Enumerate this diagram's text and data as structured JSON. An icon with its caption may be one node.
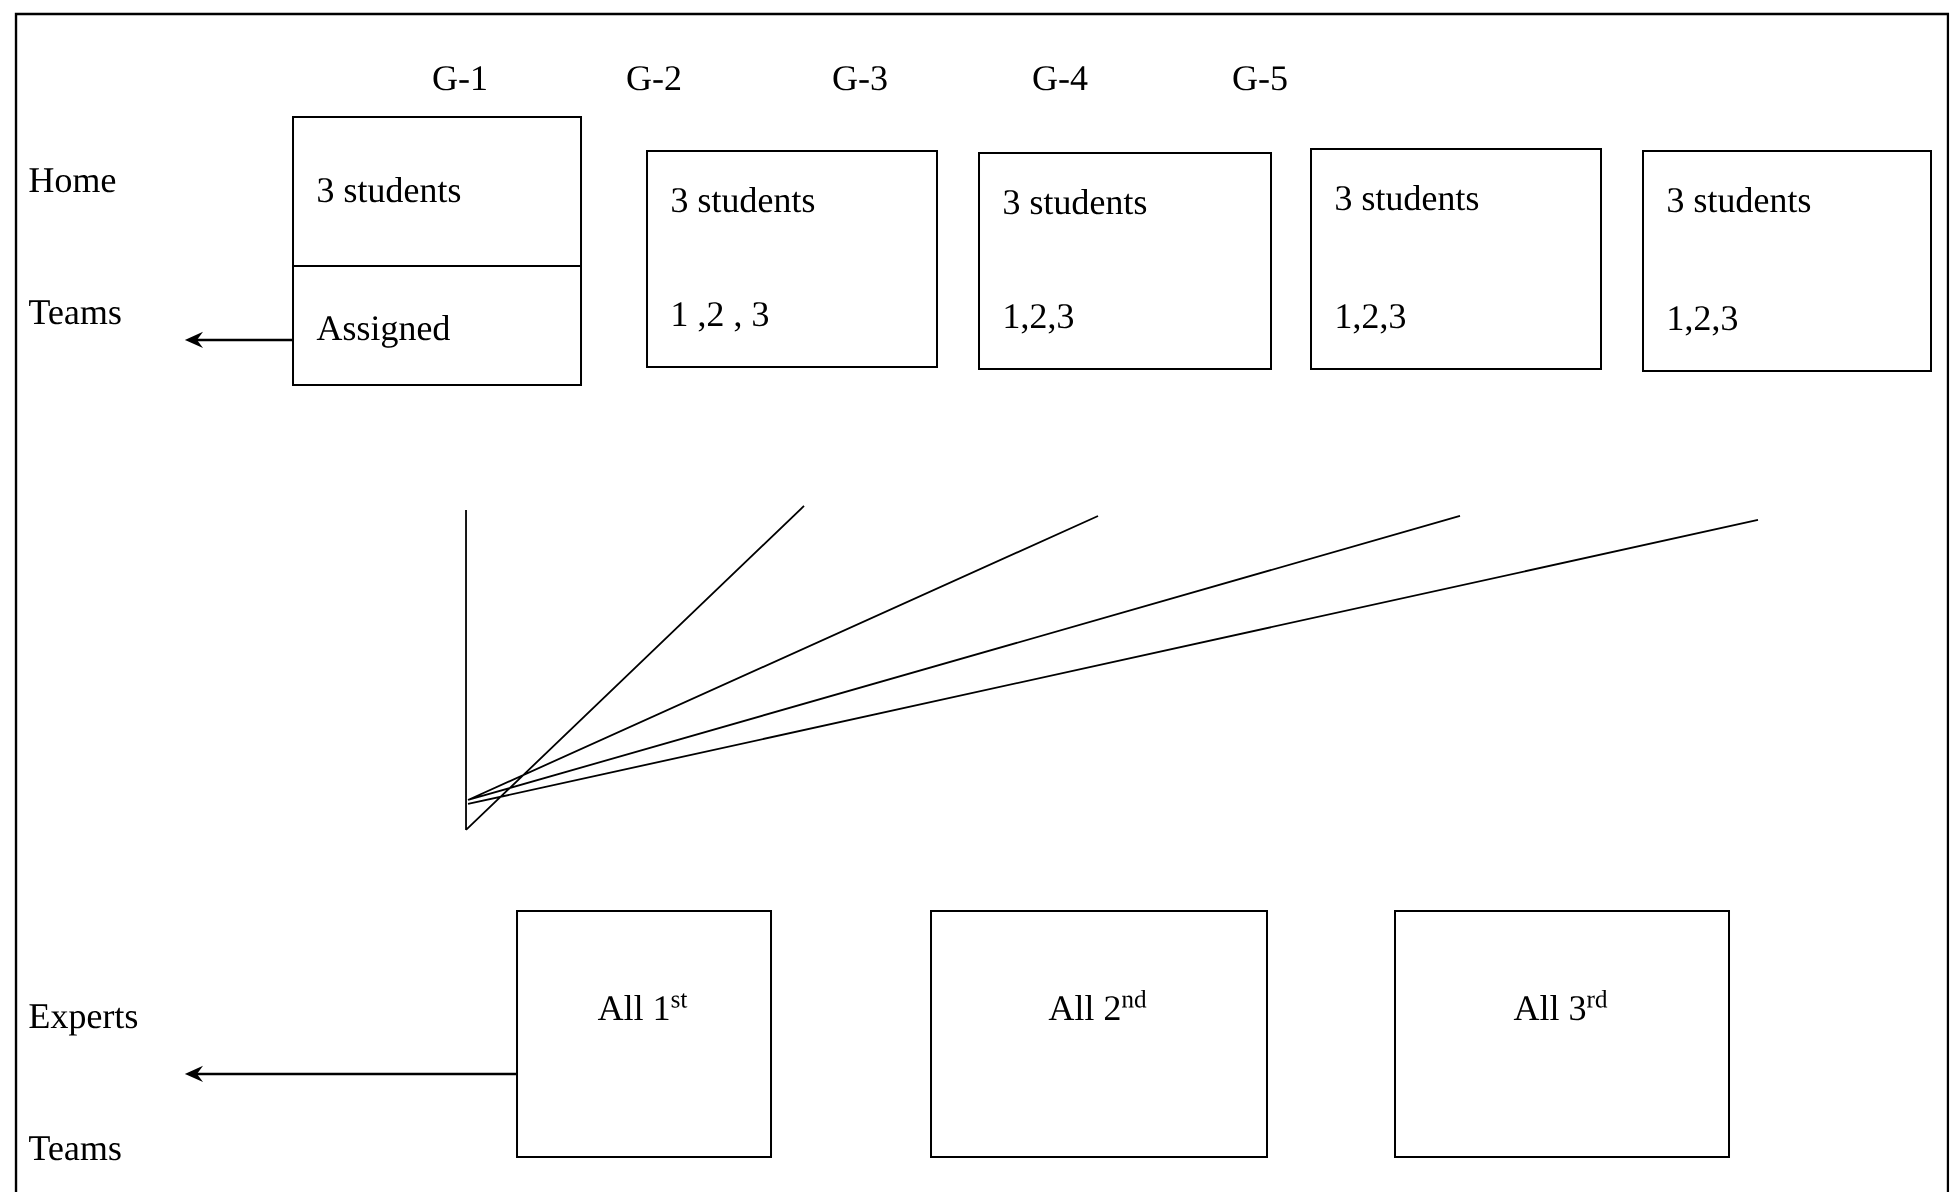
{
  "diagram": {
    "nodes": [
      {
        "text": [
          "3 students",
          "Assigned"
        ]
      },
      {
        "text": [
          "Home Teams"
        ]
      },
      {
        "text": [
          "3 students",
          "1 ,2 , 3"
        ]
      },
      {
        "text": [
          "3 students",
          "1,2,3"
        ]
      },
      {
        "text": [
          "3 students",
          "1,2,3"
        ]
      },
      {
        "text": [
          "3 students",
          "1,2,3"
        ]
      },
      {
        "text": [
          "All 1$^{st}$"
        ]
      },
      {
        "text": [
          "Experts Teams"
        ]
      },
      {
        "text": [
          "All 2$^{nd}$"
        ]
      },
      {
        "text": [
          "All 3$^{rd}$"
        ]
      }
    ],
    "edges": [
      {
        "from": 0,
        "to": 1,
        "arrow": "to"
      },
      {
        "from": 6,
        "to": 7,
        "arrow": "to"
      }
    ],
    "labels": [
      "G-1",
      "G-2",
      "G-3",
      "G-4",
      "G-5"
    ]
  }
}
